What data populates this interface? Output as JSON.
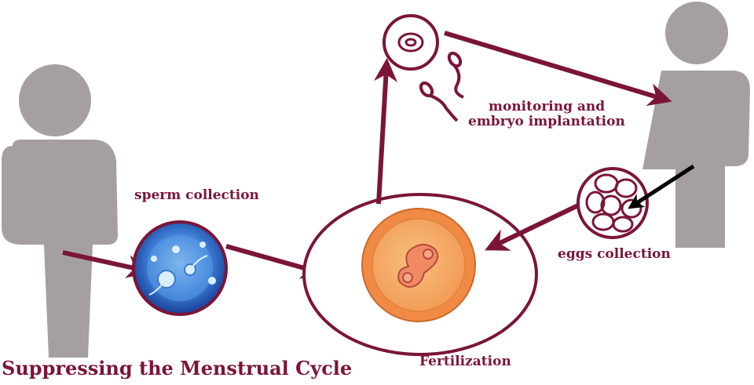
{
  "labels": {
    "sperm_collection": "sperm collection",
    "monitoring_line1": "monitoring and",
    "monitoring_line2": "embryo implantation",
    "eggs_collection": "eggs collection",
    "fertilization": "Fertilization",
    "title": "Suppressing the Menstrual Cycle"
  },
  "colors": {
    "accent": "#7b1538",
    "figure_gray": "#a59fa1",
    "cell_orange": "#f08a45",
    "cell_inner": "#f7b47a",
    "sperm_blue": "#2a63c8"
  },
  "icons": {
    "male": "male-figure-icon",
    "female": "female-figure-icon",
    "sperm_cell": "sperm-cell-image",
    "egg_follicle": "egg-follicle-icon",
    "embryo": "embryo-icon",
    "sperm_egg": "sperm-and-egg-icon"
  }
}
